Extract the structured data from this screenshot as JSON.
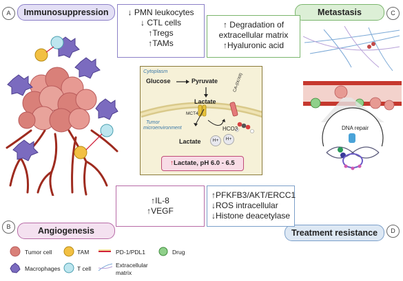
{
  "panels": {
    "a": {
      "letter": "A",
      "title": "Immunosuppression",
      "lines": [
        "↓ PMN leukocytes",
        "↓ CTL cells",
        "↑Tregs",
        "↑TAMs"
      ]
    },
    "b": {
      "letter": "B",
      "title": "Angiogenesis",
      "lines": [
        "↑IL-8",
        "↑VEGF"
      ]
    },
    "c": {
      "letter": "C",
      "title": "Metastasis",
      "lines": [
        "↑ Degradation of",
        "extracellular matrix",
        "↑Hyaluronic acid"
      ]
    },
    "d": {
      "letter": "D",
      "title": "Treatment resistance",
      "lines": [
        "↑PFKFB3/AKT/ERCC1",
        "↓ROS intracellular",
        "↓Histone deacetylase"
      ]
    }
  },
  "center": {
    "cytoplasm": "Cytoplasm",
    "glucose": "Glucose",
    "pyruvate": "Pyruvate",
    "lactate_top": "Lactate",
    "mct4": "MCT4",
    "ca": "CA-(IX/XII)",
    "tme_line1": "Tumor",
    "tme_line2": "microenvironment",
    "lactate_bottom": "Lactate",
    "h1": "H+",
    "h2": "H+",
    "hco3": "HCO3",
    "summary_arrow": "↑",
    "summary": "Lactate, pH 6.0 - 6.5"
  },
  "dna_repair": "DNA repair",
  "legend": {
    "tumor_cell": "Tumor cell",
    "tam": "TAM",
    "pd1": "PD-1/PDL1",
    "drug": "Drug",
    "macrophages": "Macrophages",
    "tcell": "T cell",
    "ecm_line1": "Extracellular",
    "ecm_line2": "matrix"
  },
  "colors": {
    "immuno_fill": "#e3dff5",
    "immuno_border": "#8b7fc7",
    "angio_fill": "#f4e1f0",
    "angio_border": "#b76aa6",
    "meta_fill": "#dcefd6",
    "meta_border": "#7ab56c",
    "resist_fill": "#dde8f4",
    "resist_border": "#7b9fc9",
    "center_fill": "#f6f1d8",
    "center_border": "#8a7a3a",
    "summary_fill": "#f8dce6",
    "summary_border": "#c04a78"
  }
}
